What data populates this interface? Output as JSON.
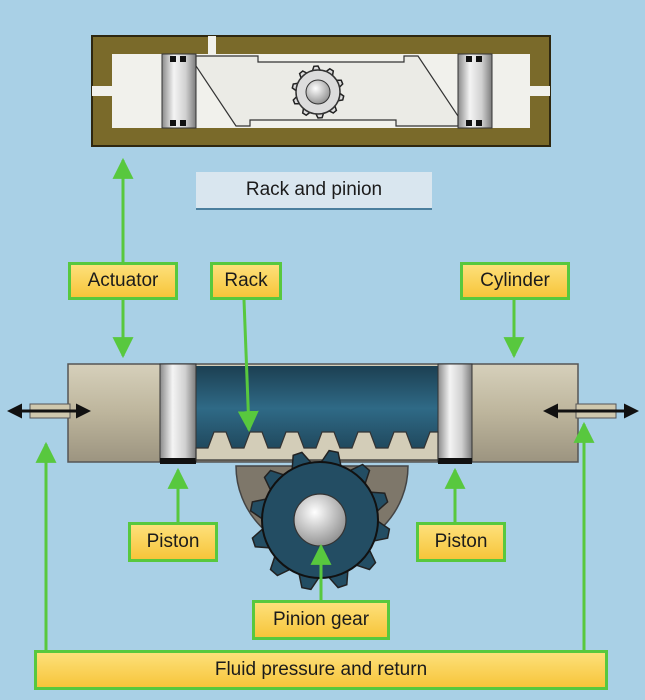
{
  "diagram": {
    "caption": "Rack and pinion",
    "labels": {
      "actuator": "Actuator",
      "rack": "Rack",
      "cylinder": "Cylinder",
      "piston_left": "Piston",
      "piston_right": "Piston",
      "pinion_gear": "Pinion gear",
      "fluid": "Fluid pressure and return"
    },
    "colors": {
      "background": "#a9d0e6",
      "housing": "#7a6a2a",
      "cylinder_body": "#bdb59c",
      "rack_fluid": "#234d63",
      "callout_fill": "#f7c53a",
      "callout_border": "#58c83e",
      "arrow": "#58c83e"
    }
  }
}
